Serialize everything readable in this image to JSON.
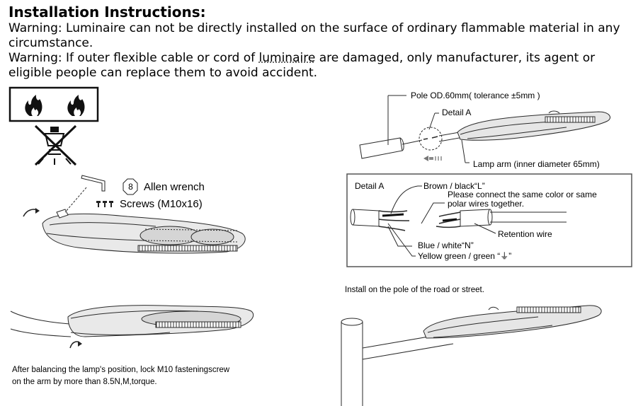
{
  "header": {
    "title": "Installation Instructions:",
    "warning1": "Warning: Luminaire can not be directly installed on the surface of ordinary flammable material in any circumstance.",
    "warning2_a": "Warning: If outer flexible cable or cord of ",
    "warning2_b": "luminaire",
    "warning2_c": " are damaged, only manufacturer, its agent or eligible people can replace them to avoid accident."
  },
  "top_right": {
    "pole_label": "Pole OD.60mm( tolerance ±5mm )",
    "detail_label": "Detail A",
    "lamp_arm_label": "Lamp arm (inner diameter 65mm)"
  },
  "tools": {
    "allen_number": "8",
    "allen_label": "Allen wrench",
    "screws_label": "Screws (M10x16)"
  },
  "detail_box": {
    "title": "Detail A",
    "brown": "Brown / black“L”",
    "connect_line1": "Please connect the same color or same",
    "connect_line2": "polar wires together.",
    "retention": "Retention wire",
    "blue": "Blue / white“N”",
    "yellow": "Yellow green / green “⏚”"
  },
  "captions": {
    "pole_install": "Install on the pole of the road or street.",
    "balance_line1": "After balancing the lamp's position, lock M10 fasteningscrew",
    "balance_line2": "on the arm by more than 8.5N,M,torque."
  },
  "colors": {
    "line": "#2a2a2a",
    "fill_light": "#e6e6e6",
    "fill_mid": "#c8c8c8"
  },
  "icons": [
    "flame-icon",
    "no-flammable-surface-icon",
    "allen-wrench-icon",
    "screw-icon",
    "rotate-arrow-icon",
    "pull-arrow-icon"
  ]
}
